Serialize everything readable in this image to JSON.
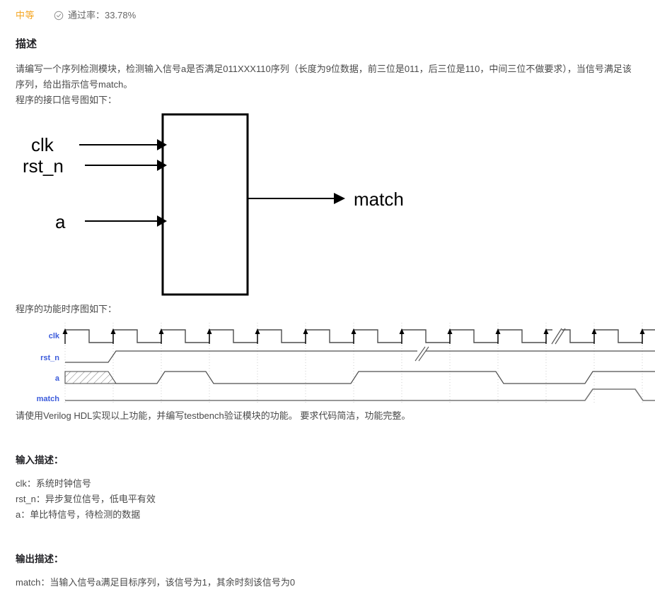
{
  "header": {
    "difficulty": "中等",
    "pass_rate_icon": "check-circle-icon",
    "pass_rate_label": "通过率：",
    "pass_rate_value": "33.78%",
    "difficulty_color": "#f5a623",
    "meta_text_color": "#666666"
  },
  "description": {
    "heading": "描述",
    "paragraph_1": "请编写一个序列检测模块，检测输入信号a是否满足011XXX110序列（长度为9位数据，前三位是011，后三位是110，中间三位不做要求），当信号满足该序列，给出指示信号match。",
    "paragraph_2": "程序的接口信号图如下：",
    "timing_caption": "程序的功能时序图如下：",
    "requirement": "请使用Verilog HDL实现以上功能，并编写testbench验证模块的功能。 要求代码简洁，功能完整。"
  },
  "block_diagram": {
    "inputs": [
      "clk",
      "rst_n",
      "a"
    ],
    "outputs": [
      "match"
    ],
    "box_label": ""
  },
  "timing_diagram": {
    "signals": [
      "clk",
      "rst_n",
      "a",
      "match"
    ],
    "label_color": "#3b5bdb",
    "break_marker": "//"
  },
  "input_description": {
    "heading": "输入描述：",
    "lines": [
      "clk：系统时钟信号",
      "rst_n：异步复位信号，低电平有效",
      "a：单比特信号，待检测的数据"
    ]
  },
  "output_description": {
    "heading": "输出描述：",
    "lines": [
      "match：当输入信号a满足目标序列，该信号为1，其余时刻该信号为0"
    ]
  }
}
